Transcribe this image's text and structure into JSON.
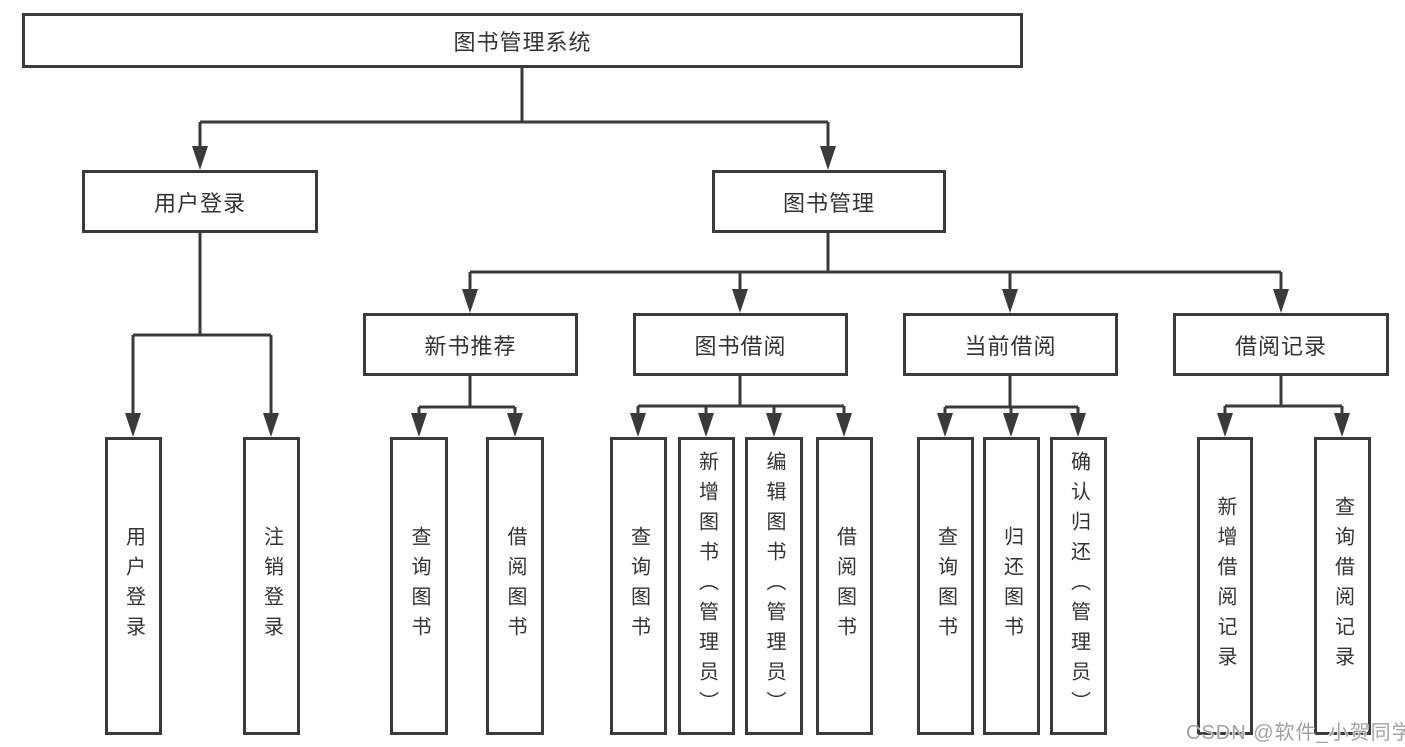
{
  "colors": {
    "box_border": "#3a3a3a",
    "box_fill": "#ffffff",
    "connector": "#3a3a3a",
    "text": "#333333",
    "watermark": "#a2a2a2",
    "background": "#ffffff"
  },
  "tree": {
    "label": "图书管理系统",
    "children": [
      {
        "label": "用户登录",
        "children": [
          {
            "label": "用户登录"
          },
          {
            "label": "注销登录"
          }
        ]
      },
      {
        "label": "图书管理",
        "children": [
          {
            "label": "新书推荐",
            "children": [
              {
                "label": "查询图书"
              },
              {
                "label": "借阅图书"
              }
            ]
          },
          {
            "label": "图书借阅",
            "children": [
              {
                "label": "查询图书"
              },
              {
                "label": "新增图书（管理员）"
              },
              {
                "label": "编辑图书（管理员）"
              },
              {
                "label": "借阅图书"
              }
            ]
          },
          {
            "label": "当前借阅",
            "children": [
              {
                "label": "查询图书"
              },
              {
                "label": "归还图书"
              },
              {
                "label": "确认归还（管理员）"
              }
            ]
          },
          {
            "label": "借阅记录",
            "children": [
              {
                "label": "新增借阅记录"
              },
              {
                "label": "查询借阅记录"
              }
            ]
          }
        ]
      }
    ]
  },
  "watermark": {
    "text": "CSDN @软件_小贺同学"
  }
}
